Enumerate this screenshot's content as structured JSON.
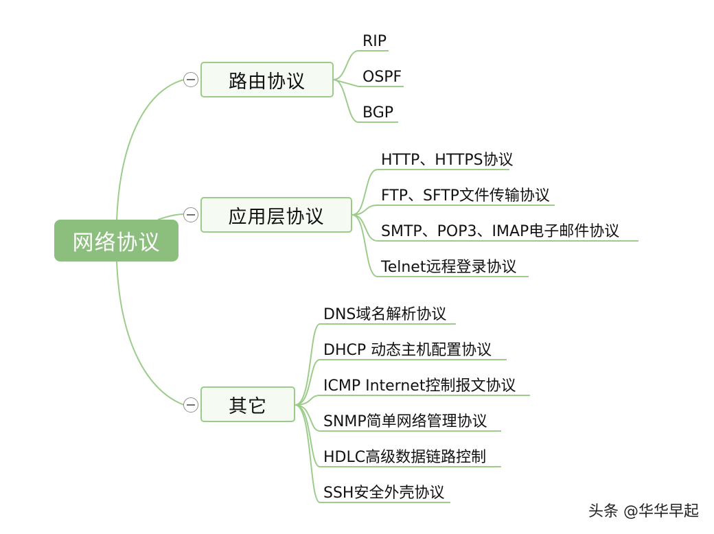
{
  "root": {
    "label": "网络协议"
  },
  "branches": [
    {
      "label": "路由协议",
      "leaves": [
        "RIP",
        "OSPF",
        "BGP"
      ]
    },
    {
      "label": "应用层协议",
      "leaves": [
        "HTTP、HTTPS协议",
        "FTP、SFTP文件传输协议",
        "SMTP、POP3、IMAP电子邮件协议",
        "Telnet远程登录协议"
      ]
    },
    {
      "label": "其它",
      "leaves": [
        "DNS域名解析协议",
        "DHCP 动态主机配置协议",
        "ICMP Internet控制报文协议",
        "SNMP简单网络管理协议",
        "HDLC高级数据链路控制",
        "SSH安全外壳协议"
      ]
    }
  ],
  "colors": {
    "line": "#9ccc8a",
    "root_fill": "#8cbf7d",
    "branch_border": "#9bcb88"
  },
  "icons": {
    "collapse": "collapse-minus-icon"
  },
  "watermark": "头条 @华华早起"
}
